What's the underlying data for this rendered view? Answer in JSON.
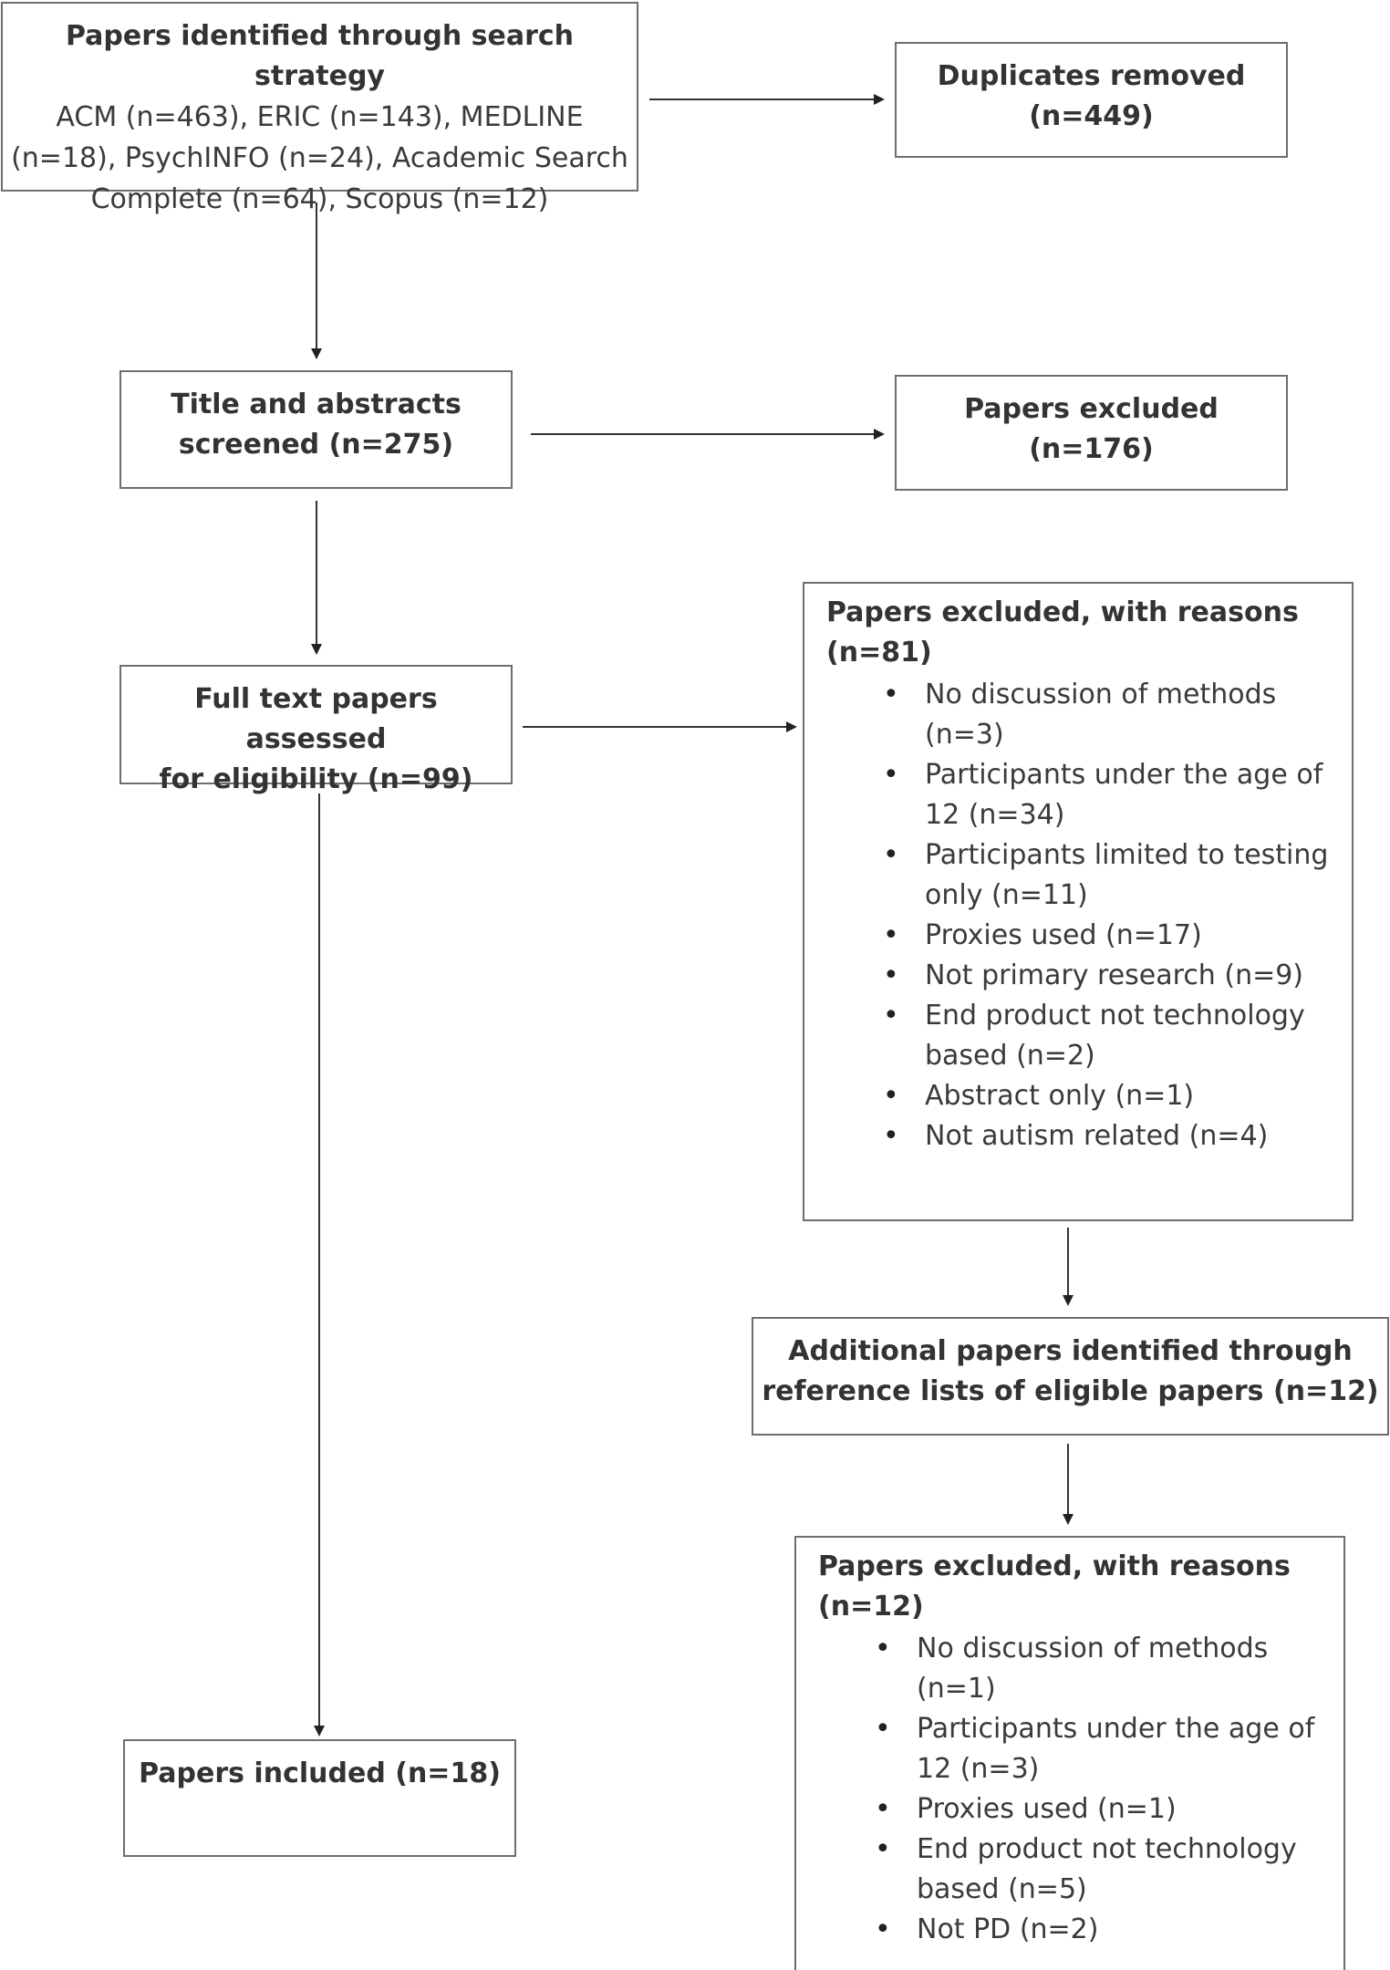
{
  "identified": {
    "title": "Papers identified through search strategy",
    "lines": [
      "ACM (n=463), ERIC (n=143), MEDLINE",
      "(n=18), PsychINFO (n=24), Academic Search",
      "Complete (n=64), Scopus (n=12)"
    ]
  },
  "duplicates": {
    "lines": [
      "Duplicates removed",
      "(n=449)"
    ]
  },
  "screened": {
    "lines": [
      "Title and abstracts",
      "screened (n=275)"
    ]
  },
  "excluded1": {
    "lines": [
      "Papers excluded",
      "(n=176)"
    ]
  },
  "fulltext": {
    "lines": [
      "Full text papers assessed",
      "for eligibility (n=99)"
    ]
  },
  "excluded2": {
    "title_lines": [
      "Papers excluded, with reasons",
      "(n=81)"
    ],
    "reasons": [
      [
        "No discussion of methods",
        "(n=3)"
      ],
      [
        "Participants under the age of",
        "12 (n=34)"
      ],
      [
        "Participants limited to testing",
        "only (n=11)"
      ],
      [
        "Proxies used (n=17)"
      ],
      [
        "Not primary research (n=9)"
      ],
      [
        "End product not technology",
        "based (n=2)"
      ],
      [
        "Abstract only (n=1)"
      ],
      [
        "Not autism related (n=4)"
      ]
    ]
  },
  "additional": {
    "lines": [
      "Additional papers identified through",
      "reference lists of eligible papers (n=12)"
    ]
  },
  "excluded3": {
    "title_lines": [
      "Papers excluded, with reasons",
      "(n=12)"
    ],
    "reasons": [
      [
        "No discussion of methods",
        "(n=1)"
      ],
      [
        "Participants under the age of",
        "12 (n=3)"
      ],
      [
        "Proxies used (n=1)"
      ],
      [
        "End product not technology",
        "based (n=5)"
      ],
      [
        "Not PD (n=2)"
      ]
    ]
  },
  "included": {
    "lines": [
      "Papers included (n=18)"
    ]
  }
}
